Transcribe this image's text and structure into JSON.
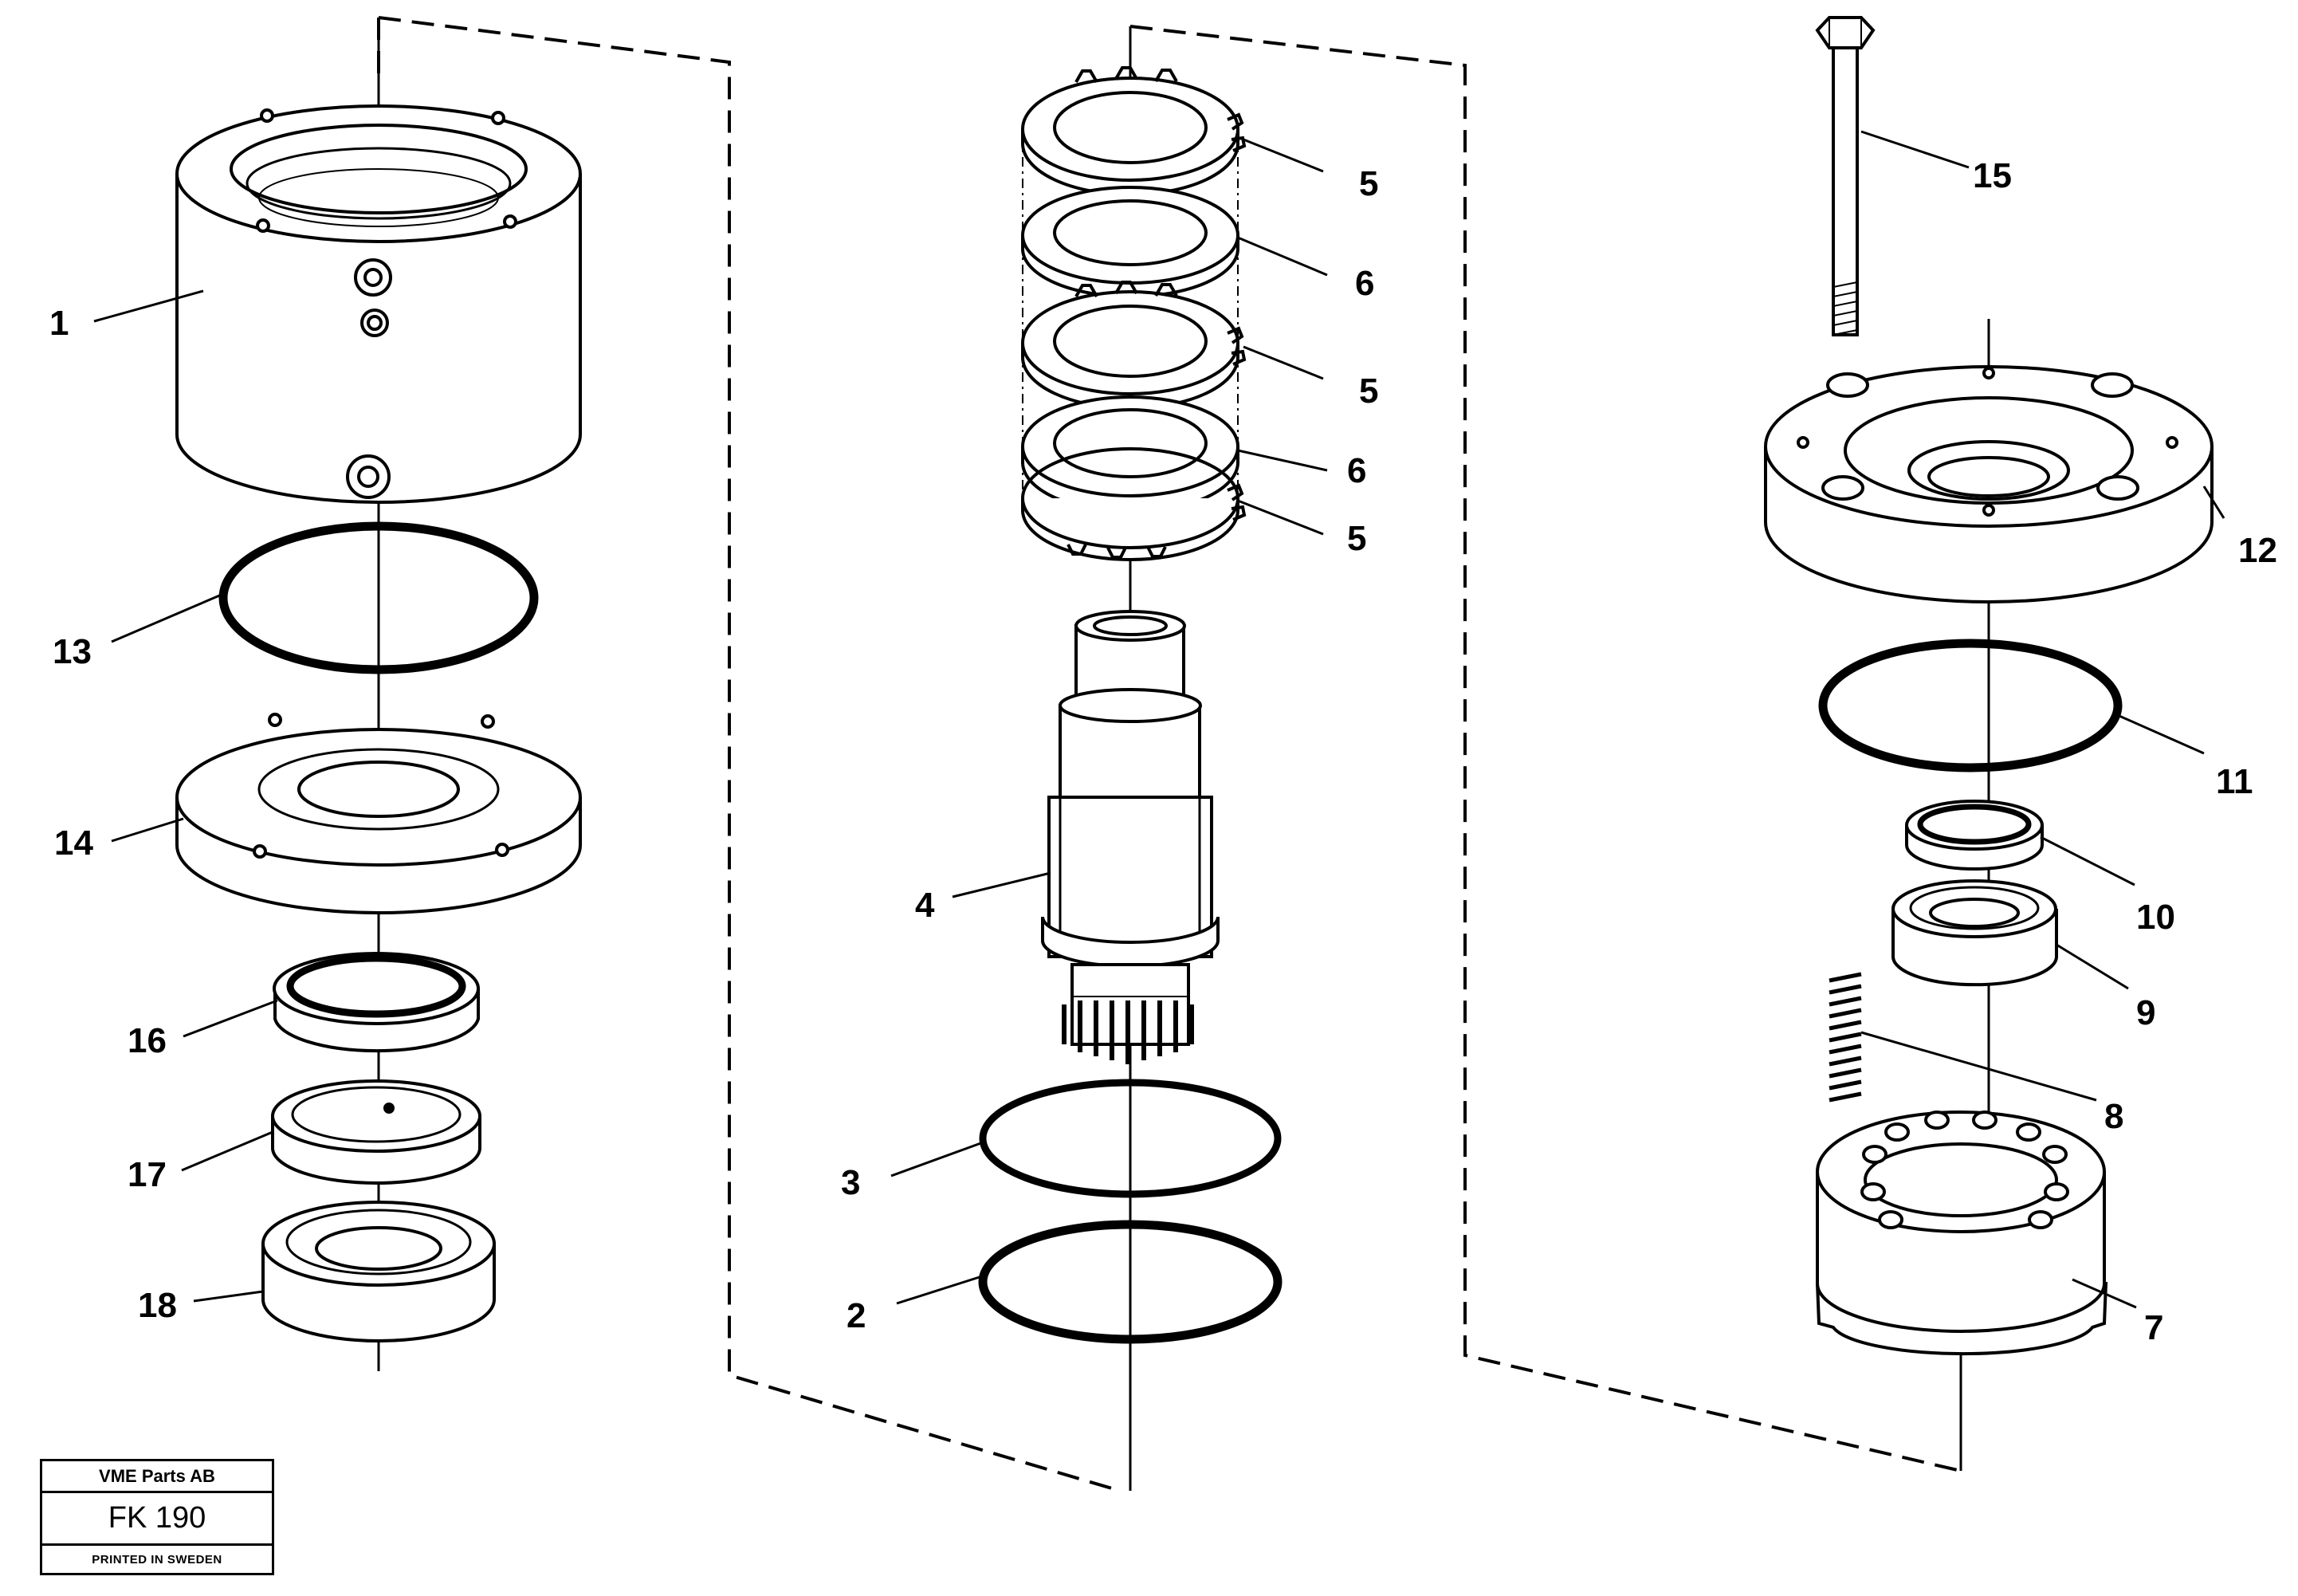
{
  "callouts": [
    "1",
    "13",
    "14",
    "16",
    "17",
    "18",
    "5",
    "6",
    "5",
    "6",
    "5",
    "4",
    "3",
    "2",
    "15",
    "12",
    "11",
    "10",
    "9",
    "8",
    "7"
  ],
  "stamp": {
    "company": "VME Parts AB",
    "code": "FK 190",
    "footer": "PRINTED IN SWEDEN"
  }
}
